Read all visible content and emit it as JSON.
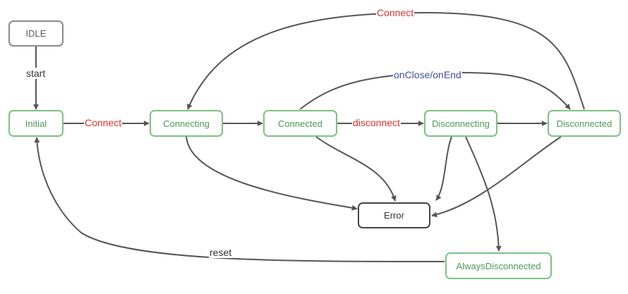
{
  "diagram": {
    "colors": {
      "edge": "#555555",
      "node_green_border": "#7cc383",
      "node_green_text": "#4a9a55",
      "node_gray_border": "#8a8a8a",
      "node_error_border": "#444444",
      "label_red": "#e0312f",
      "label_blue": "#3e4ea4"
    },
    "nodes": {
      "idle": "IDLE",
      "initial": "Initial",
      "connecting": "Connecting",
      "connected": "Connected",
      "disconnecting": "Disconnecting",
      "disconnected": "Disconnected",
      "error": "Error",
      "always_disconnected": "AlwaysDisconnected"
    },
    "edge_labels": {
      "start": "start",
      "connect": "Connect",
      "connect_back": "Connect",
      "disconnect": "disconnect",
      "on_close": "onClose/onEnd",
      "reset": "reset"
    }
  }
}
